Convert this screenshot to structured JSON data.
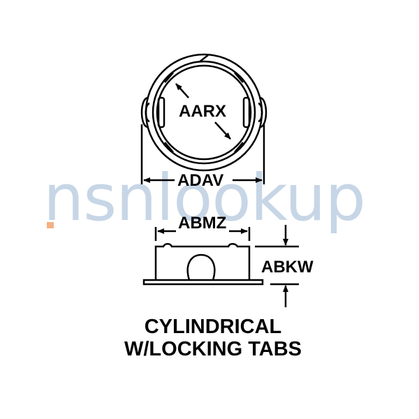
{
  "watermark": {
    "text": "nsnlookup",
    "text_color": "#c7d6e6",
    "dot_color": "#f4b183"
  },
  "diagram": {
    "top_view": {
      "inner_dimension_label": "AARX",
      "outer_dimension_label": "ADAV"
    },
    "side_view": {
      "width_dimension_label": "ABMZ",
      "height_dimension_label": "ABKW"
    },
    "caption": {
      "line1": "CYLINDRICAL",
      "line2": "W/LOCKING TABS"
    }
  }
}
